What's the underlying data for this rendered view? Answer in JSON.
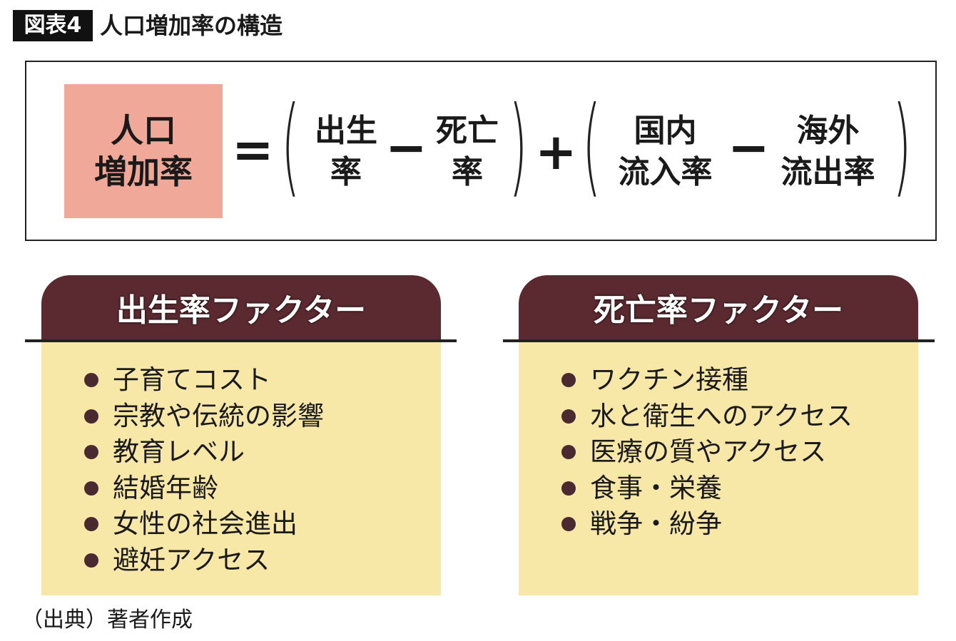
{
  "header": {
    "badge": "図表4",
    "title": "人口増加率の構造"
  },
  "formula": {
    "lhs": [
      "人口",
      "増加率"
    ],
    "equals": "=",
    "birth_rate": [
      "出生",
      "率"
    ],
    "minus1": "−",
    "death_rate": [
      "死亡",
      "率"
    ],
    "plus": "+",
    "domestic_inflow": [
      "国内",
      "流入率"
    ],
    "minus2": "−",
    "overseas_outflow": [
      "海外",
      "流出率"
    ]
  },
  "panels": [
    {
      "title": "出生率ファクター",
      "items": [
        "子育てコスト",
        "宗教や伝統の影響",
        "教育レベル",
        "結婚年齢",
        "女性の社会進出",
        "避妊アクセス"
      ]
    },
    {
      "title": "死亡率ファクター",
      "items": [
        "ワクチン接種",
        "水と衛生へのアクセス",
        "医療の質やアクセス",
        "食事・栄養",
        "戦争・紛争"
      ]
    }
  ],
  "source": "（出典）著者作成",
  "colors": {
    "lhs_bg": "#f0a898",
    "tab_bg": "#5a2a30",
    "panel_bg": "#f8e8a8"
  }
}
